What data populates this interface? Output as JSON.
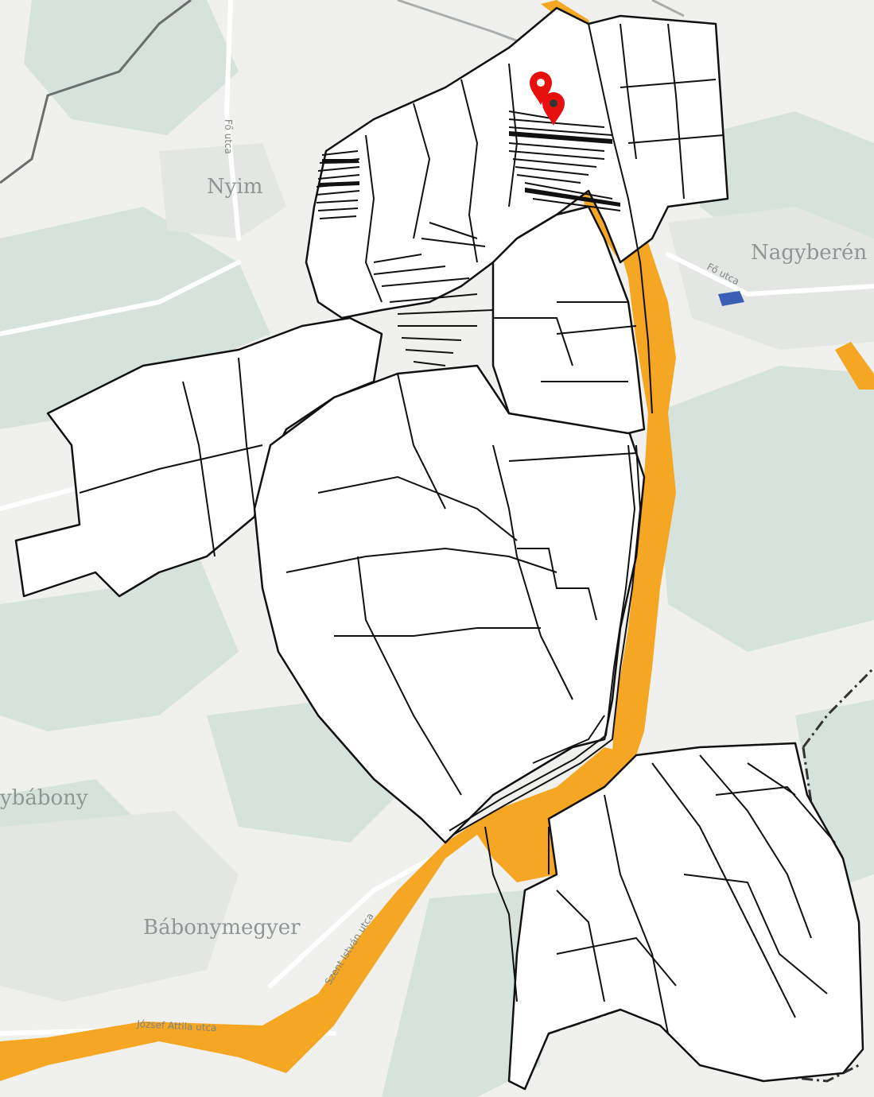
{
  "map": {
    "colors": {
      "background": "#f0f1ef",
      "vegetation": "#d6e2dc",
      "built": "#e4e6e4",
      "parcel_fill": "#ffffff",
      "parcel_stroke": "#111111",
      "road_highlight": "#f5a623",
      "pin": "#e8100e",
      "water": "#3a5fb5",
      "boundary": "#3c3c3c",
      "label": "#8f9795"
    },
    "place_labels": {
      "nyim": "Nyim",
      "nagyberény": "Nagyberén",
      "ybabony": "ybábony",
      "babonymegyer": "Bábonymegyer"
    },
    "street_labels": {
      "fo_utca_north": "Fő utca",
      "fo_utca_east": "Fő utca",
      "szent_istvan_utca": "Szent István utca",
      "jozsef_attila_utca": "József Attila utca"
    },
    "markers": [
      {
        "name": "location-pin-1",
        "icon": "map-pin-icon"
      },
      {
        "name": "location-pin-2",
        "icon": "map-pin-icon"
      }
    ]
  }
}
